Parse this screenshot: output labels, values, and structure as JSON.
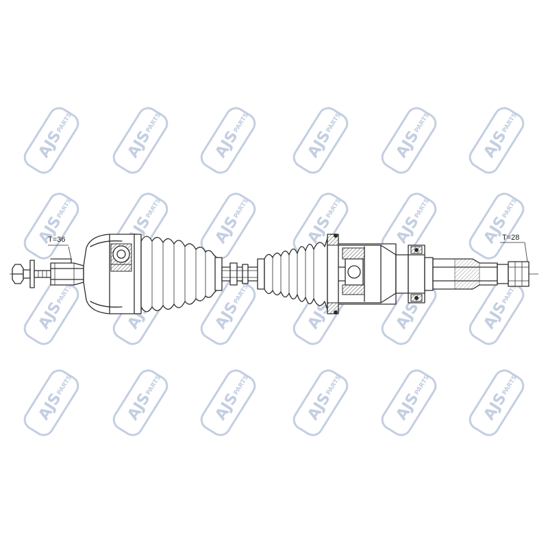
{
  "watermark": {
    "logo_text": "AJS",
    "logo_subtext": "PARTS",
    "color": "#b9c6dc"
  },
  "diagram": {
    "label_left": "T=36",
    "label_right": "T=28",
    "line_color": "#2a2a2a"
  }
}
